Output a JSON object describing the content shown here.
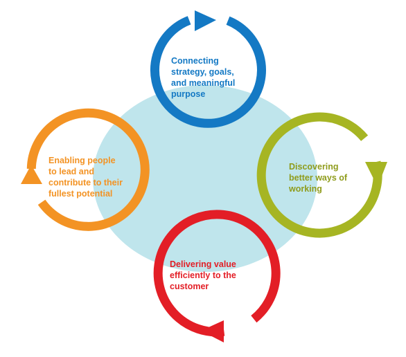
{
  "colors": {
    "background_disc": "#bfe5ec",
    "blue": "#1479c4",
    "green": "#a6b523",
    "red": "#e31e26",
    "orange": "#f39324"
  },
  "cycles": [
    {
      "id": "connecting",
      "color": "#1479c4",
      "icon": "arrow-right-icon",
      "label_lines": [
        "Connecting",
        "strategy, goals,",
        "and meaningful",
        "purpose"
      ]
    },
    {
      "id": "discovering",
      "color": "#a6b523",
      "icon": "arrow-down-icon",
      "label_lines": [
        "Discovering",
        "better ways of",
        "working"
      ]
    },
    {
      "id": "delivering",
      "color": "#e31e26",
      "icon": "arrow-left-icon",
      "label_lines": [
        "Delivering value",
        "efficiently to the",
        "customer"
      ]
    },
    {
      "id": "enabling",
      "color": "#f39324",
      "icon": "arrow-up-icon",
      "label_lines": [
        "Enabling people",
        "to lead and",
        "contribute to their",
        "fullest potential"
      ]
    }
  ]
}
